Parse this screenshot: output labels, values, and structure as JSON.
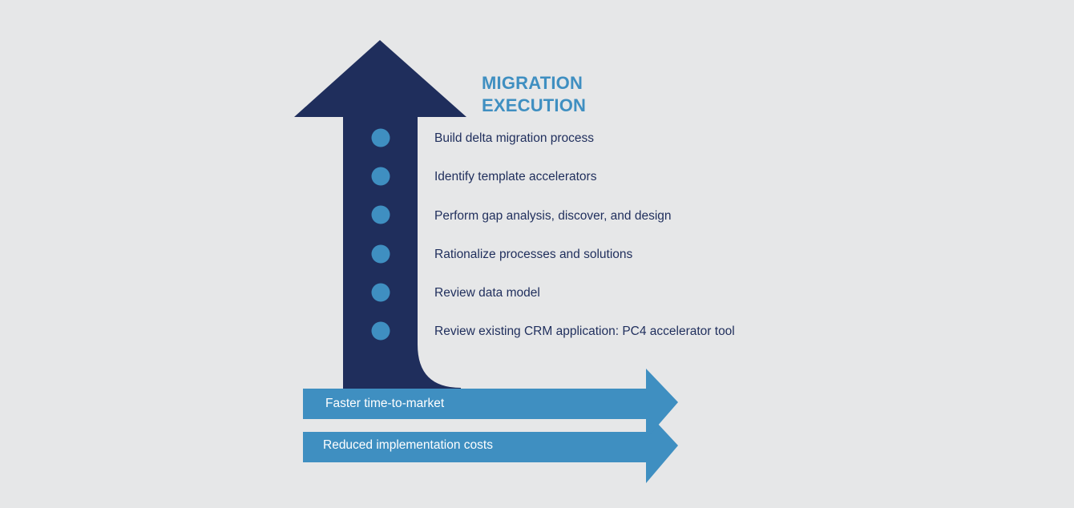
{
  "colors": {
    "background": "#e6e7e8",
    "arrow_dark": "#1f2e5c",
    "arrow_light": "#3f8fc1",
    "dot": "#3f8fc1",
    "text_dark": "#1f2e5c",
    "text_light": "#ffffff"
  },
  "title": {
    "line1": "MIGRATION",
    "line2": "EXECUTION"
  },
  "steps": [
    {
      "label": "Build delta migration process"
    },
    {
      "label": "Identify template accelerators"
    },
    {
      "label": "Perform gap analysis, discover, and design"
    },
    {
      "label": "Rationalize processes and solutions"
    },
    {
      "label": "Review data model"
    },
    {
      "label": "Review existing CRM application: PC4 accelerator tool"
    }
  ],
  "benefits": [
    {
      "label": "Faster time-to-market"
    },
    {
      "label": "Reduced implementation costs"
    }
  ]
}
